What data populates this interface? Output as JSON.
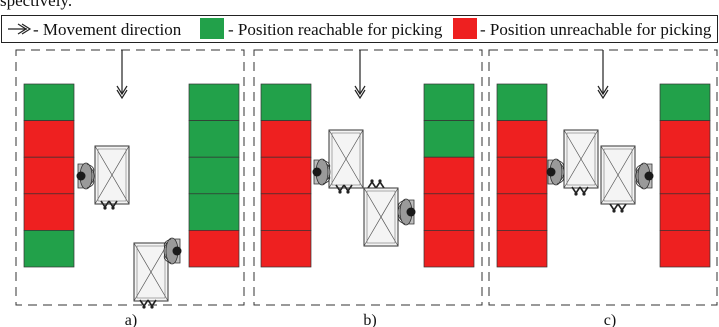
{
  "top_text": "spectively.",
  "legend": {
    "direction_text": "- Movement direction",
    "reachable_text": "- Position reachable for picking",
    "unreachable_text": "- Position unreachable for picking"
  },
  "colors": {
    "reachable": "#22a14a",
    "unreachable": "#ee2020",
    "outline": "#222222",
    "cart_fill": "#f4f4f4",
    "picker_body": "#9a9a9a",
    "picker_head": "#1a1a1a"
  },
  "panels": [
    {
      "label": "a)",
      "left_rack": [
        "reachable",
        "unreachable",
        "unreachable",
        "unreachable",
        "reachable"
      ],
      "right_rack": [
        "reachable",
        "reachable",
        "reachable",
        "reachable",
        "unreachable"
      ]
    },
    {
      "label": "b)",
      "left_rack": [
        "reachable",
        "unreachable",
        "unreachable",
        "unreachable",
        "unreachable"
      ],
      "right_rack": [
        "reachable",
        "reachable",
        "unreachable",
        "unreachable",
        "unreachable"
      ]
    },
    {
      "label": "c)",
      "left_rack": [
        "reachable",
        "unreachable",
        "unreachable",
        "unreachable",
        "unreachable"
      ],
      "right_rack": [
        "reachable",
        "unreachable",
        "unreachable",
        "unreachable",
        "unreachable"
      ]
    }
  ]
}
